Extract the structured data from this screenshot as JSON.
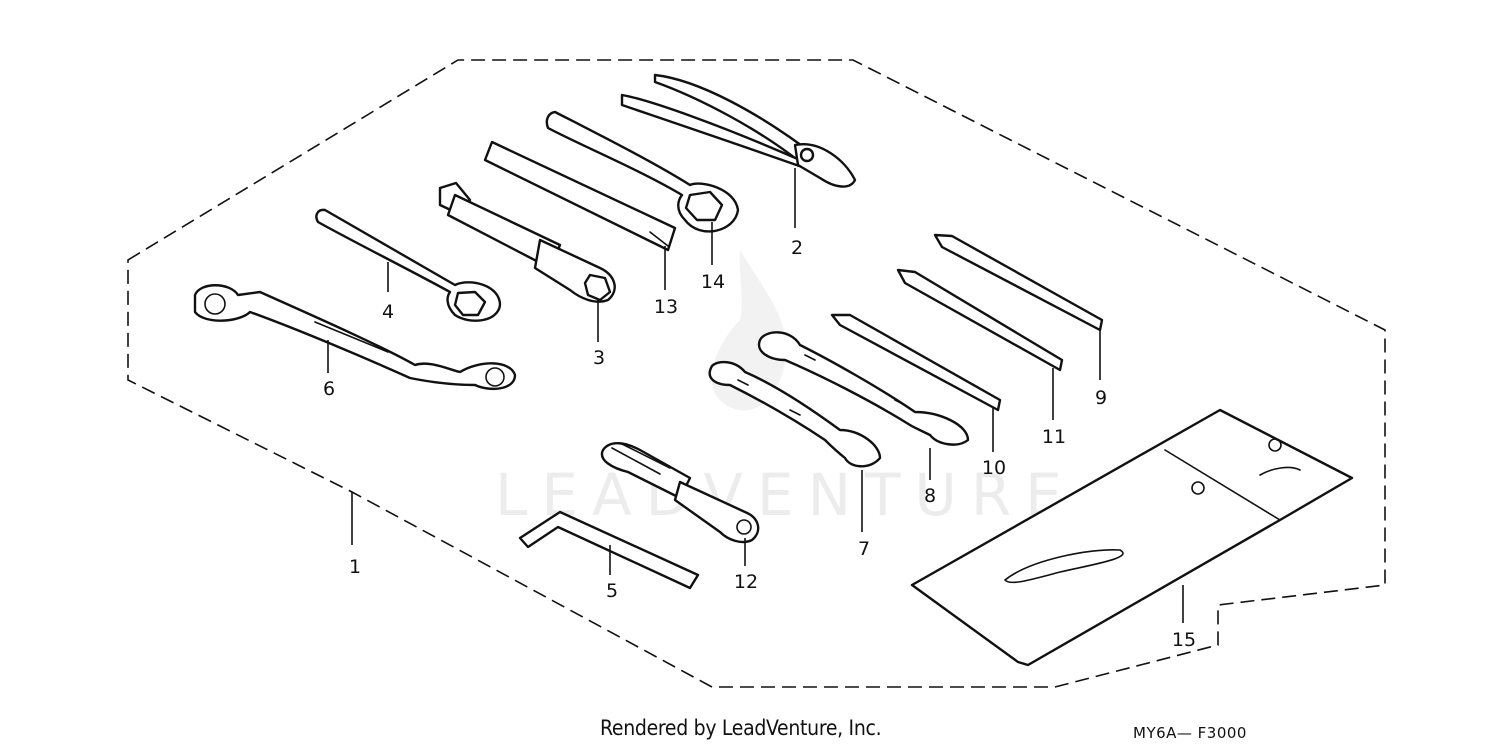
{
  "diagram": {
    "callouts": [
      "1",
      "2",
      "3",
      "4",
      "5",
      "6",
      "7",
      "8",
      "9",
      "10",
      "11",
      "12",
      "13",
      "14",
      "15"
    ],
    "watermark": "LEADVENTURE",
    "footer_left": "Rendered by LeadVenture, Inc.",
    "footer_right": "MY6A— F3000"
  }
}
